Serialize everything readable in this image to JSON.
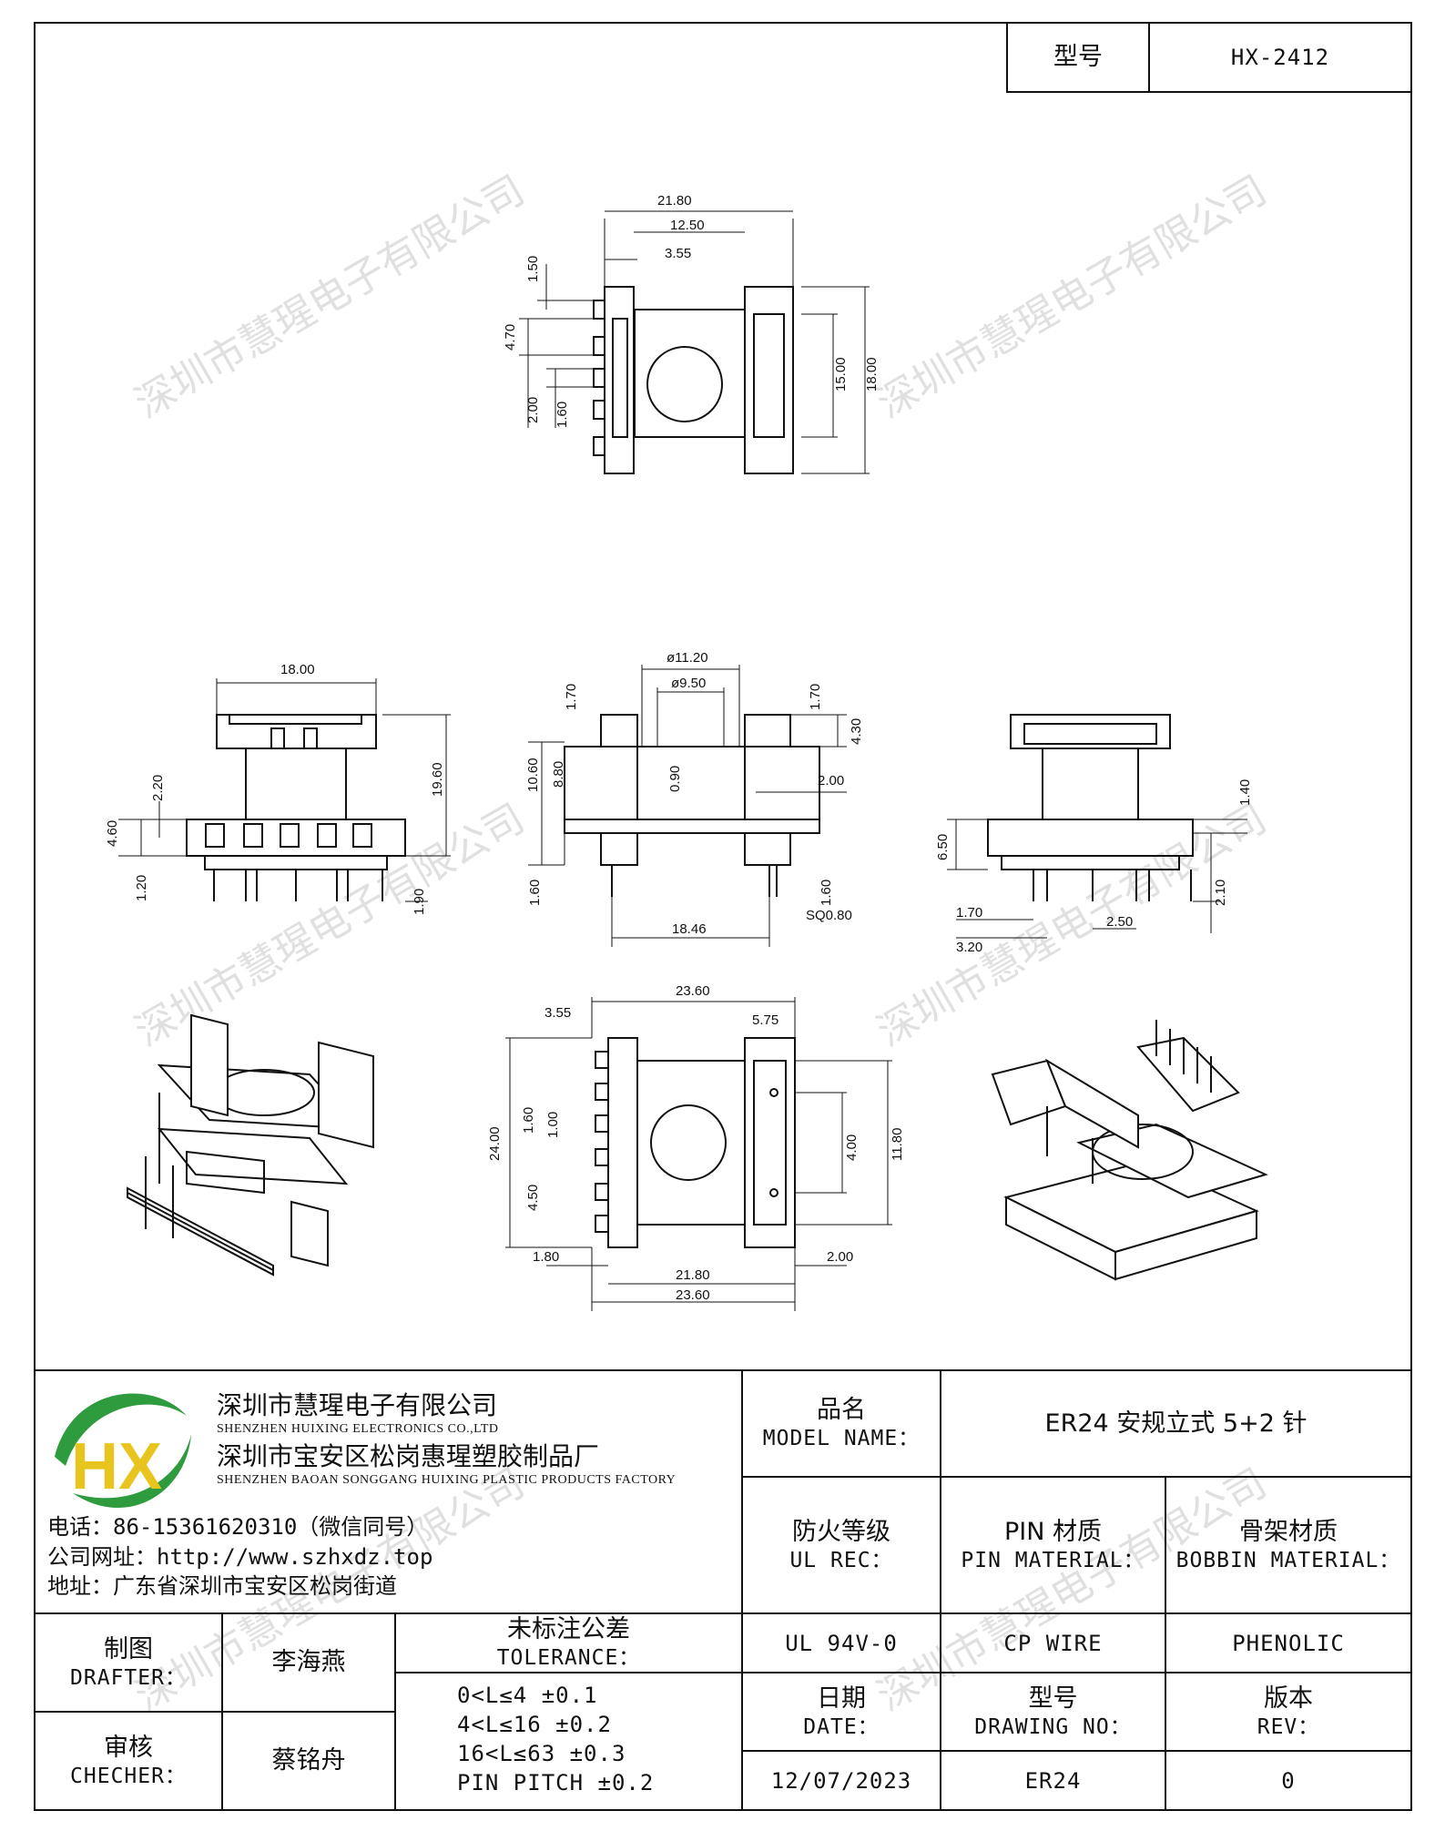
{
  "header": {
    "model_label": "型号",
    "model_value": "HX-2412"
  },
  "watermark": "深圳市慧瑆电子有限公司",
  "dimensions": {
    "top_view": [
      "21.80",
      "12.50",
      "3.55",
      "1.50",
      "4.70",
      "2.00",
      "1.60",
      "15.00",
      "18.00"
    ],
    "left_side": [
      "18.00",
      "2.20",
      "4.60",
      "19.60",
      "1.20",
      "1.90"
    ],
    "front_view": [
      "ø11.20",
      "ø9.50",
      "1.70",
      "1.70",
      "4.30",
      "10.60",
      "8.80",
      "0.90",
      "2.00",
      "1.60",
      "1.60",
      "18.46",
      "SQ0.80"
    ],
    "right_side": [
      "1.40",
      "6.50",
      "1.70",
      "3.20",
      "2.50",
      "2.10"
    ],
    "bottom_view": [
      "23.60",
      "3.55",
      "5.75",
      "24.00",
      "1.60",
      "1.00",
      "4.50",
      "4.00",
      "11.80",
      "1.80",
      "2.00",
      "21.80",
      "23.60"
    ]
  },
  "title_block": {
    "logo_text": "HX",
    "company_cn": "深圳市慧瑆电子有限公司",
    "company_en": "SHENZHEN HUIXING ELECTRONICS CO.,LTD",
    "factory_cn": "深圳市宝安区松岗惠瑆塑胶制品厂",
    "factory_en": "SHENZHEN BAOAN SONGGANG HUIXING PLASTIC PRODUCTS FACTORY",
    "phone": "电话：86-15361620310（微信同号）",
    "website": "公司网址：http://www.szhxdz.top",
    "address": "地址：广东省深圳市宝安区松岗街道",
    "model_name_label_cn": "品名",
    "model_name_label_en": "MODEL NAME：",
    "model_name_value": "ER24 安规立式 5+2 针",
    "ul_label_cn": "防火等级",
    "ul_label_en": "UL REC：",
    "ul_value": "UL 94V-0",
    "pin_label_cn": "PIN 材质",
    "pin_label_en": "PIN MATERIAL：",
    "pin_value": "CP WIRE",
    "bobbin_label_cn": "骨架材质",
    "bobbin_label_en": "BOBBIN MATERIAL：",
    "bobbin_value": "PHENOLIC",
    "drafter_label_cn": "制图",
    "drafter_label_en": "DRAFTER：",
    "drafter_value": "李海燕",
    "checker_label_cn": "审核",
    "checker_label_en": "CHECHER：",
    "checker_value": "蔡铭舟",
    "tolerance_label_cn": "未标注公差",
    "tolerance_label_en": "TOLERANCE：",
    "tolerance_lines": [
      "0<L≤4   ±0.1",
      "4<L≤16  ±0.2",
      "16<L≤63 ±0.3",
      "PIN PITCH ±0.2"
    ],
    "date_label_cn": "日期",
    "date_label_en": "DATE：",
    "date_value": "12/07/2023",
    "drawing_label_cn": "型号",
    "drawing_label_en": "DRAWING NO：",
    "drawing_value": "ER24",
    "rev_label_cn": "版本",
    "rev_label_en": "REV：",
    "rev_value": "0"
  },
  "colors": {
    "logo_green": "#2e9b3e",
    "logo_yellow": "#e8c51e",
    "logo_blue": "#2a5fb0",
    "line": "#111111"
  }
}
